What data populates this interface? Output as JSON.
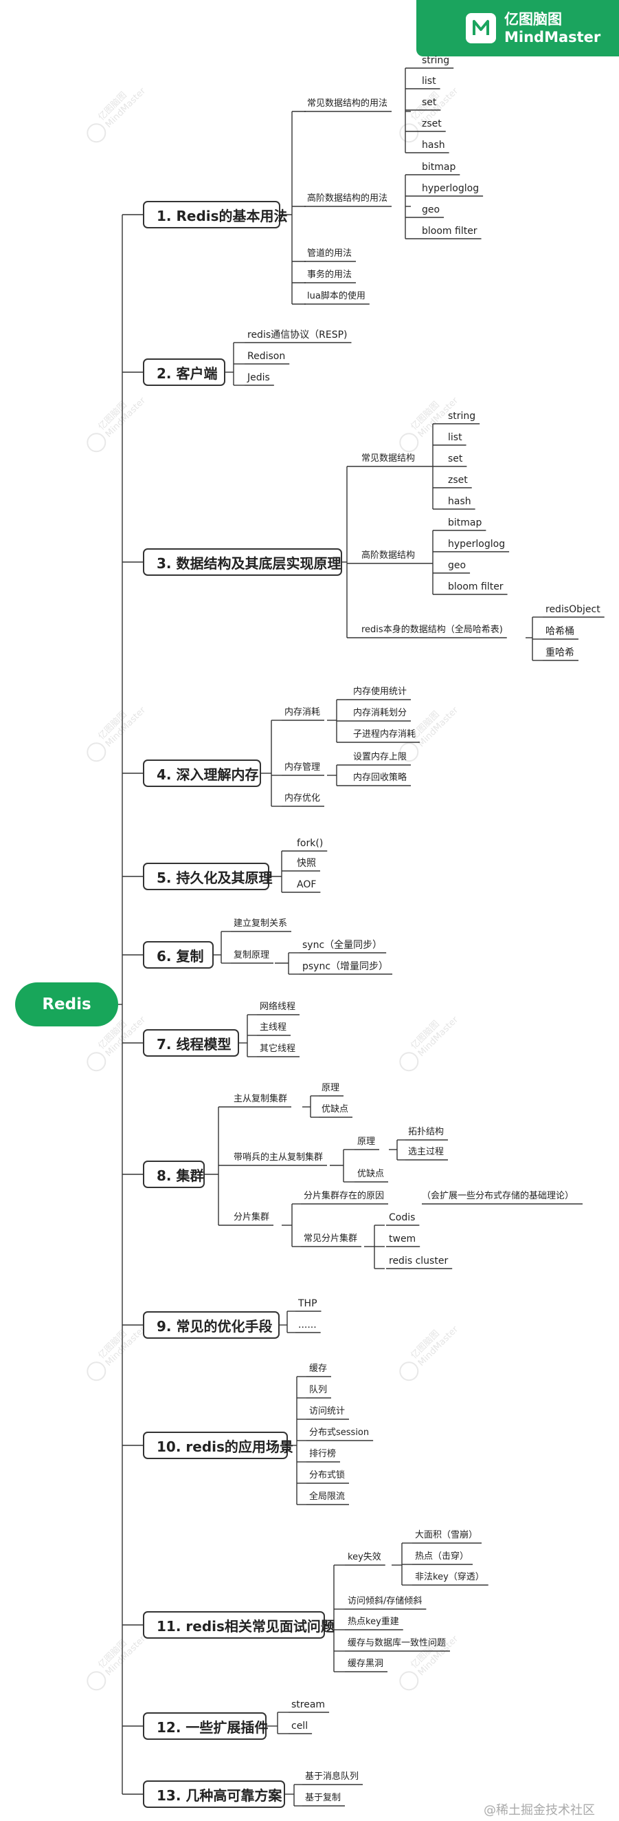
{
  "brand": {
    "line1": "亿图脑图",
    "line2": "MindMaster"
  },
  "watermark": {
    "line1": "亿图脑图",
    "line2": "MindMaster"
  },
  "footer": "@稀土掘金技术社区",
  "root": "Redis",
  "topics": [
    {
      "label": "1. Redis的基本用法",
      "children": [
        {
          "label": "常见数据结构的用法",
          "children": [
            "string",
            "list",
            "set",
            "zset",
            "hash"
          ]
        },
        {
          "label": "高阶数据结构的用法",
          "children": [
            "bitmap",
            "hyperloglog",
            "geo",
            "bloom filter"
          ]
        },
        {
          "label": "管道的用法"
        },
        {
          "label": "事务的用法"
        },
        {
          "label": "lua脚本的使用"
        }
      ]
    },
    {
      "label": "2. 客户端",
      "children": [
        {
          "label": "redis通信协议（RESP)"
        },
        {
          "label": "Redison"
        },
        {
          "label": "Jedis"
        }
      ]
    },
    {
      "label": "3. 数据结构及其底层实现原理",
      "children": [
        {
          "label": "常见数据结构",
          "children": [
            "string",
            "list",
            "set",
            "zset",
            "hash"
          ]
        },
        {
          "label": "高阶数据结构",
          "children": [
            "bitmap",
            "hyperloglog",
            "geo",
            "bloom filter"
          ]
        },
        {
          "label": "redis本身的数据结构（全局哈希表)",
          "children": [
            "redisObject",
            "哈希桶",
            "重哈希"
          ]
        }
      ]
    },
    {
      "label": "4. 深入理解内存",
      "children": [
        {
          "label": "内存消耗",
          "children": [
            "内存使用统计",
            "内存消耗划分",
            "子进程内存消耗"
          ]
        },
        {
          "label": "内存管理",
          "children": [
            "设置内存上限",
            "内存回收策略"
          ]
        },
        {
          "label": "内存优化"
        }
      ]
    },
    {
      "label": "5. 持久化及其原理",
      "children": [
        {
          "label": "fork()"
        },
        {
          "label": "快照"
        },
        {
          "label": "AOF"
        }
      ]
    },
    {
      "label": "6. 复制",
      "children": [
        {
          "label": "建立复制关系"
        },
        {
          "label": "复制原理",
          "children": [
            "sync（全量同步）",
            "psync（增量同步）"
          ]
        }
      ]
    },
    {
      "label": "7. 线程模型",
      "children": [
        {
          "label": "网络线程"
        },
        {
          "label": "主线程"
        },
        {
          "label": "其它线程"
        }
      ]
    },
    {
      "label": "8. 集群",
      "children": [
        {
          "label": "主从复制集群",
          "children": [
            "原理",
            "优缺点"
          ]
        },
        {
          "label": "带哨兵的主从复制集群",
          "children": [
            "原理",
            "优缺点"
          ],
          "grand": [
            "拓扑结构",
            "选主过程"
          ]
        },
        {
          "label": "分片集群",
          "children": [
            "分片集群存在的原因",
            "常见分片集群"
          ],
          "note": "（会扩展一些分布式存储的基础理论）",
          "grand": [
            "Codis",
            "twem",
            "redis cluster"
          ]
        }
      ]
    },
    {
      "label": "9. 常见的优化手段",
      "children": [
        {
          "label": "THP"
        },
        {
          "label": "......"
        }
      ]
    },
    {
      "label": "10. redis的应用场景",
      "children": [
        {
          "label": "缓存"
        },
        {
          "label": "队列"
        },
        {
          "label": "访问统计"
        },
        {
          "label": "分布式session"
        },
        {
          "label": "排行榜"
        },
        {
          "label": "分布式锁"
        },
        {
          "label": "全局限流"
        }
      ]
    },
    {
      "label": "11. redis相关常见面试问题",
      "children": [
        {
          "label": "key失效",
          "children": [
            "大面积（雪崩）",
            "热点（击穿）",
            "非法key（穿透）"
          ]
        },
        {
          "label": "访问倾斜/存储倾斜"
        },
        {
          "label": "热点key重建"
        },
        {
          "label": "缓存与数据库一致性问题"
        },
        {
          "label": "缓存黑洞"
        }
      ]
    },
    {
      "label": "12. 一些扩展插件",
      "children": [
        {
          "label": "stream"
        },
        {
          "label": "cell"
        }
      ]
    },
    {
      "label": "13. 几种高可靠方案",
      "children": [
        {
          "label": "基于消息队列"
        },
        {
          "label": "基于复制"
        }
      ]
    }
  ]
}
